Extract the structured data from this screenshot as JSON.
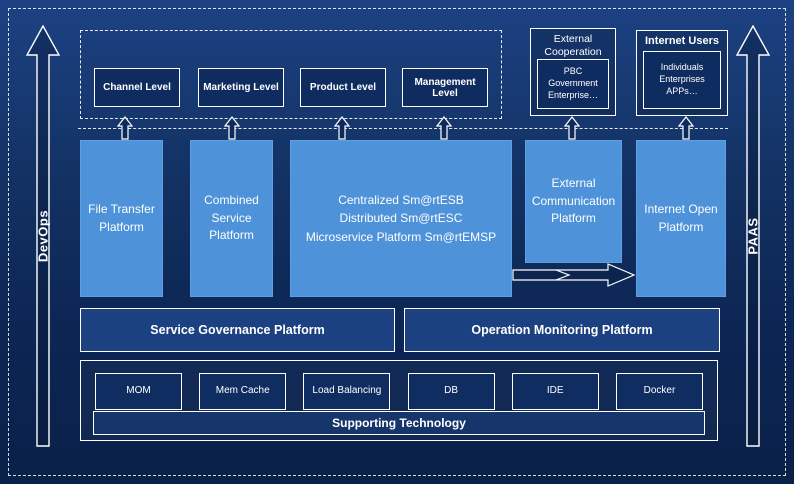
{
  "diagram": {
    "side_left": "DevOps",
    "side_right": "PAAS",
    "top_levels": [
      "Channel Level",
      "Marketing Level",
      "Product Level",
      "Management Level"
    ],
    "external_cooperation": {
      "title": "External Cooperation",
      "body": "PBC Government Enterprise…"
    },
    "internet_users": {
      "title": "Internet Users",
      "body": "Individuals Enterprises APPs…"
    },
    "platforms": {
      "file_transfer": "File Transfer Platform",
      "combined_service": "Combined Service Platform",
      "central_lines": [
        "Centralized Sm@rtESB",
        "Distributed Sm@rtESC",
        "Microservice Platform Sm@rtEMSP"
      ],
      "external_comm": "External Communication Platform",
      "internet_open": "Internet Open Platform"
    },
    "governance": {
      "service": "Service Governance Platform",
      "operation": "Operation Monitoring Platform"
    },
    "supporting": {
      "techs": [
        "MOM",
        "Mem Cache",
        "Load Balancing",
        "DB",
        "IDE",
        "Docker"
      ],
      "label": "Supporting Technology"
    },
    "colors": {
      "background_top": "#1d4283",
      "background_bottom": "#0a2148",
      "platform_blue": "#4e92d9",
      "panel_navy": "#0e2c5f",
      "governance_navy": "#1c4180",
      "line_white": "#ffffff"
    }
  }
}
